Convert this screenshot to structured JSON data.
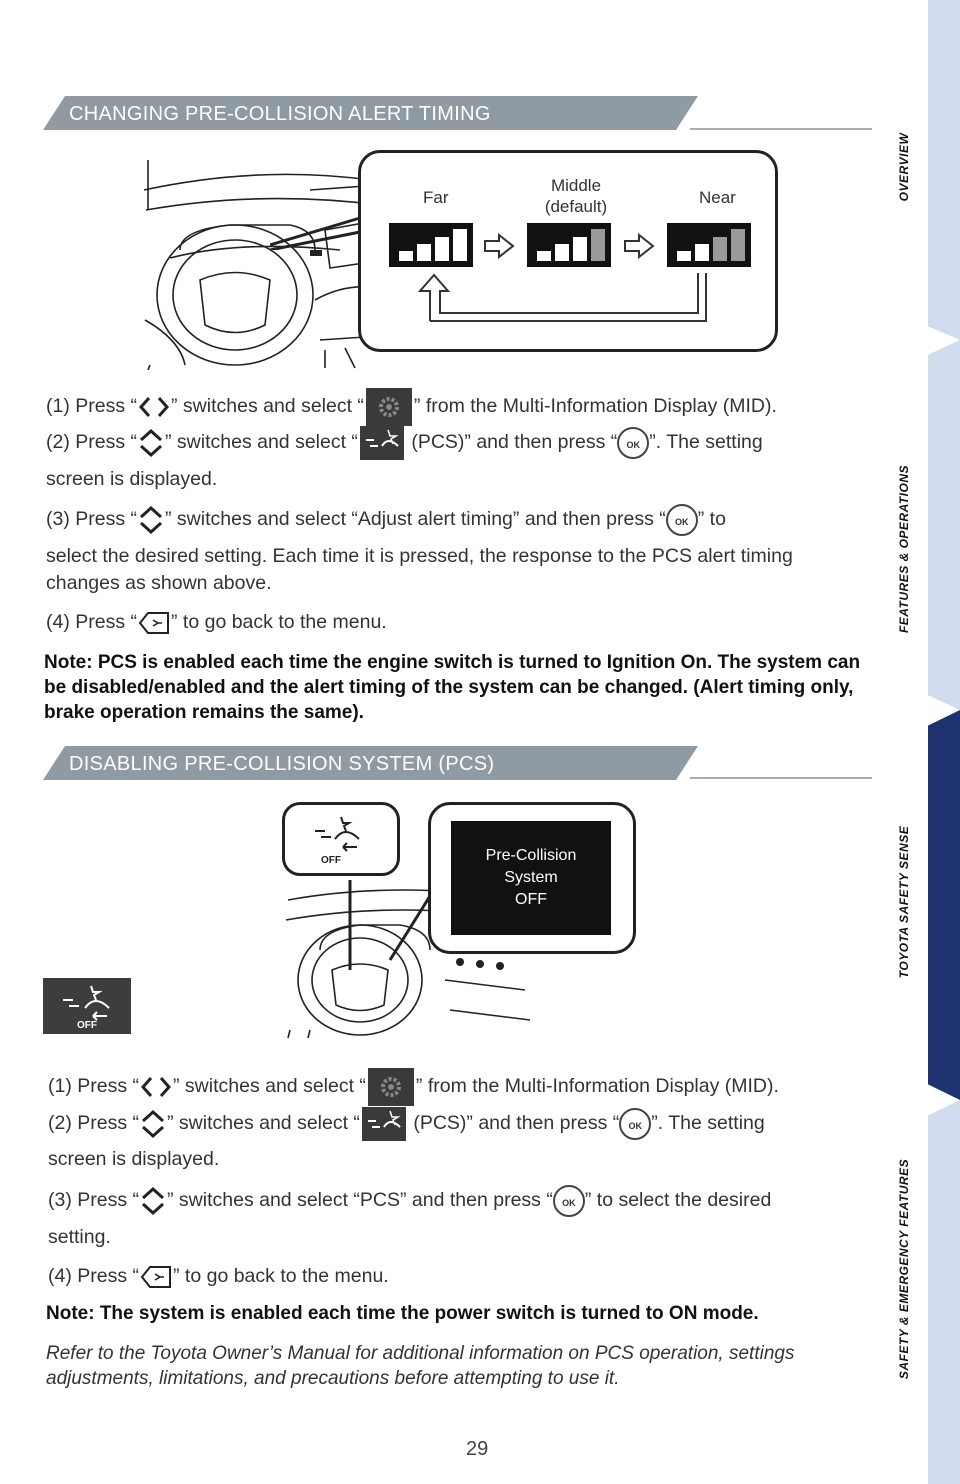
{
  "section1": {
    "title": "CHANGING PRE-COLLISION ALERT TIMING",
    "figure": {
      "far": "Far",
      "middle_l1": "Middle",
      "middle_l2": "(default)",
      "near": "Near"
    },
    "steps": {
      "s1_a": "(1) Press “",
      "s1_b": "” switches and select “",
      "s1_c": "” from the Multi-Information Display (MID).",
      "s2_a": "(2) Press “",
      "s2_b": "” switches and select “",
      "s2_c": " (PCS)” and then press “",
      "s2_d": "”. The setting",
      "s2_cont": "screen is displayed.",
      "s3_a": "(3) Press “",
      "s3_b": "” switches and select “Adjust alert timing” and then press “",
      "s3_c": "” to",
      "s3_cont": "select the desired setting. Each time it is pressed, the response to the PCS alert timing changes as shown above.",
      "s4_a": "(4) Press “",
      "s4_b": "” to go back to the menu."
    },
    "note": "Note: PCS is enabled each time the engine switch is turned to Ignition On. The system can be disabled/enabled and the alert timing of the system can be changed. (Alert timing only, brake operation remains the same)."
  },
  "section2": {
    "title": "DISABLING PRE-COLLISION SYSTEM (PCS)",
    "figure": {
      "screen_l1": "Pre-Collision",
      "screen_l2": "System",
      "screen_l3": "OFF",
      "off_label": "OFF"
    },
    "steps": {
      "s1_a": "(1) Press “",
      "s1_b": "” switches and select “",
      "s1_c": "” from the Multi-Information Display (MID).",
      "s2_a": "(2) Press “",
      "s2_b": "” switches and select “",
      "s2_c": " (PCS)” and then press “",
      "s2_d": "”. The setting",
      "s2_cont": "screen is displayed.",
      "s3_a": "(3) Press “",
      "s3_b": "” switches and select “PCS” and then press “",
      "s3_c": "” to select the desired",
      "s3_cont": "setting.",
      "s4_a": "(4) Press “",
      "s4_b": "” to go back to the menu."
    },
    "note": "Note: The system is enabled each time the power switch is turned to ON mode.",
    "refer": "Refer to the Toyota Owner’s Manual for additional information on PCS operation, settings adjustments, limitations, and precautions before attempting to use it."
  },
  "ok_label": "OK",
  "sidebar": {
    "overview": "OVERVIEW",
    "features": "FEATURES & OPERATIONS",
    "safety_sense": "TOYOTA SAFETY SENSE",
    "emergency": "SAFETY & EMERGENCY FEATURES",
    "colors": {
      "inactive": "#d3dcef",
      "active": "#1e3270"
    }
  },
  "page_number": "29"
}
